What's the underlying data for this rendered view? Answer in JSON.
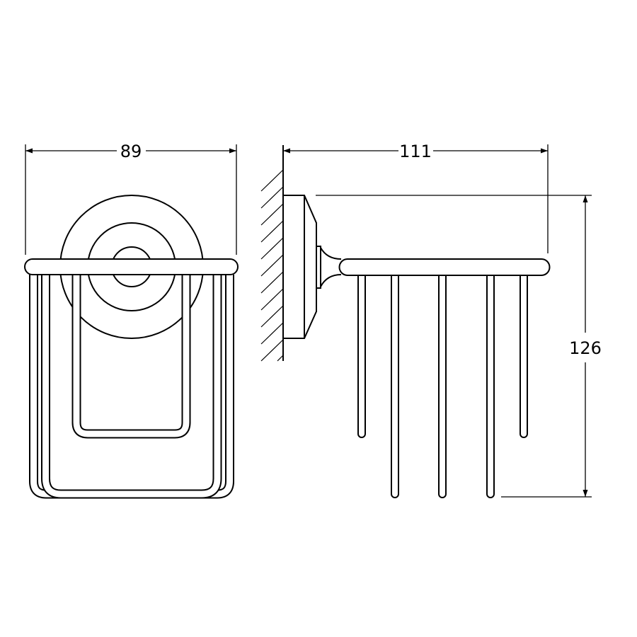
{
  "drawing": {
    "dimensions": {
      "width": "89",
      "depth": "111",
      "height": "126"
    },
    "colors": {
      "line": "#000000",
      "background": "#ffffff"
    }
  }
}
